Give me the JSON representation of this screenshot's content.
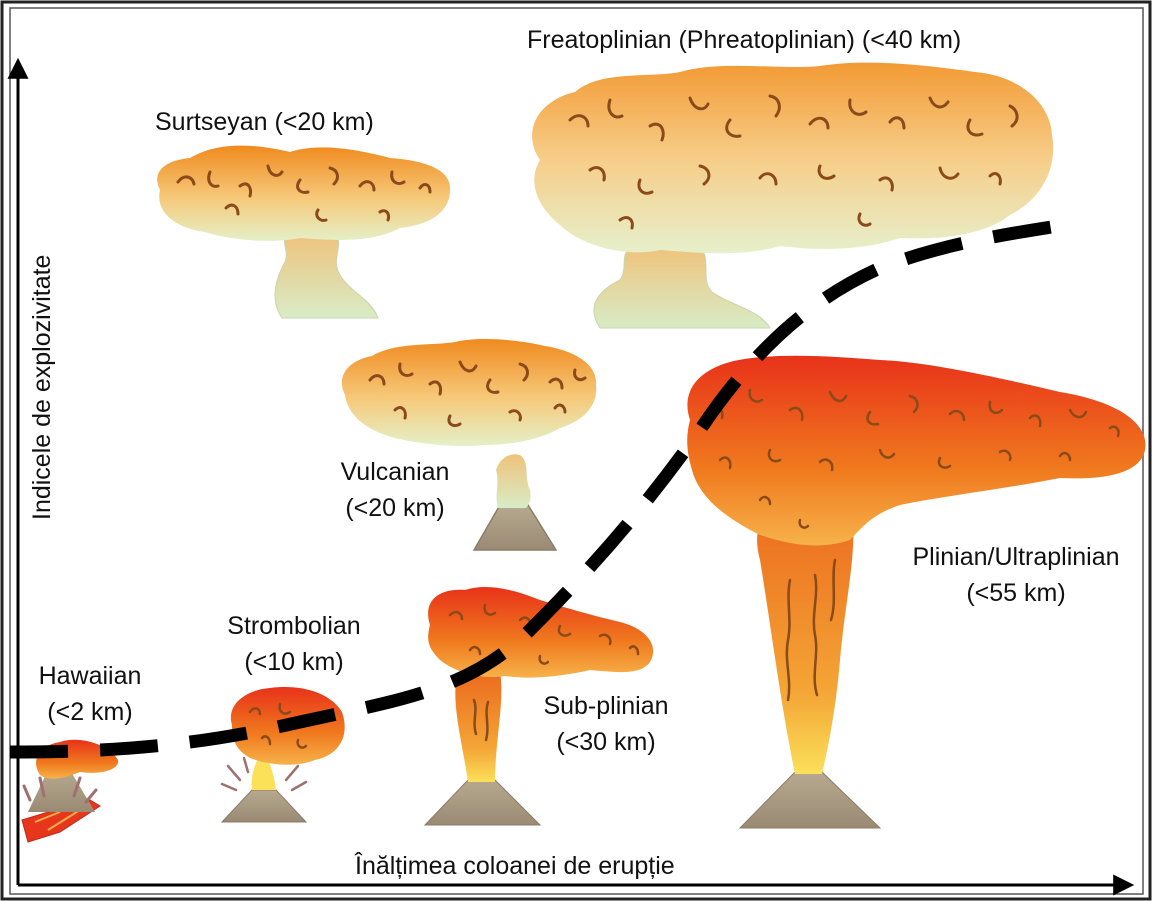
{
  "axes": {
    "y_label": "Indicele de explozivitate",
    "x_label": "Înălțimea coloanei de erupție"
  },
  "eruptions": [
    {
      "name": "Hawaiian",
      "height": "(<2 km)"
    },
    {
      "name": "Strombolian",
      "height": "(<10 km)"
    },
    {
      "name": "Vulcanian",
      "height": "(<20 km)"
    },
    {
      "name": "Surtseyan (<20 km)"
    },
    {
      "name": "Sub-plinian",
      "height": "(<30 km)"
    },
    {
      "name": "Freatoplinian (Phreatoplinian) (<40 km)"
    },
    {
      "name": "Plinian/Ultraplinian",
      "height": "(<55 km)"
    }
  ],
  "colors": {
    "hot": "#e8361c",
    "warm": "#f08a1e",
    "pale": "#f6c97a",
    "steam": "#dff0c8",
    "cone": "#a59682",
    "squiggle": "#8a4a1a"
  }
}
